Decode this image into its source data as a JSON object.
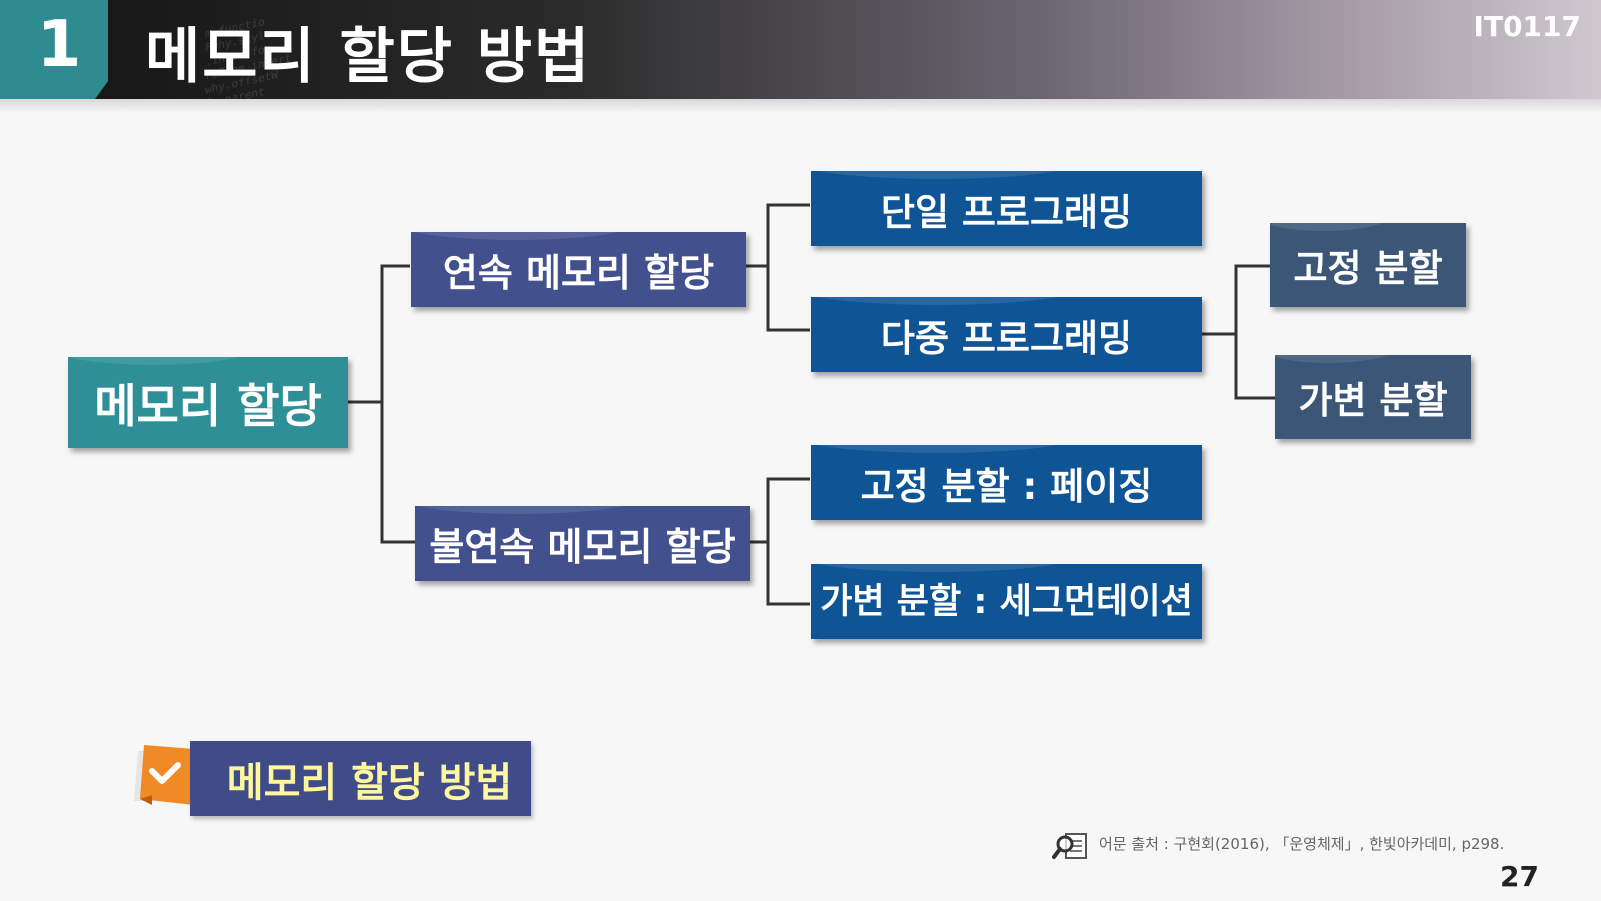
{
  "header": {
    "number": "1",
    "title": "메모리 할당 방법",
    "course_code": "IT0117"
  },
  "tree": {
    "root": "메모리 할당",
    "contiguous": "연속 메모리 할당",
    "non_contiguous": "불연속 메모리 할당",
    "single_programming": "단일 프로그래밍",
    "multi_programming": "다중 프로그래밍",
    "fixed_partition": "고정 분할",
    "variable_partition": "가변 분할",
    "paging": "고정 분할 : 페이징",
    "segmentation": "가변 분할 : 세그먼테이션"
  },
  "badge": {
    "label": "메모리 할당 방법"
  },
  "source": {
    "text": "어문 출처 : 구현회(2016), 「운영체제」, 한빛아카데미, p298."
  },
  "page_number": "27",
  "colors": {
    "teal": "#2e8f96",
    "indigo": "#42508e",
    "blue": "#0f5596",
    "slate": "#3b5677",
    "badge_text": "#fff7a0",
    "bookmark": "#f08a24"
  },
  "icons": {
    "bookmark": "check-bookmark-icon",
    "source": "magnifier-document-icon"
  }
}
